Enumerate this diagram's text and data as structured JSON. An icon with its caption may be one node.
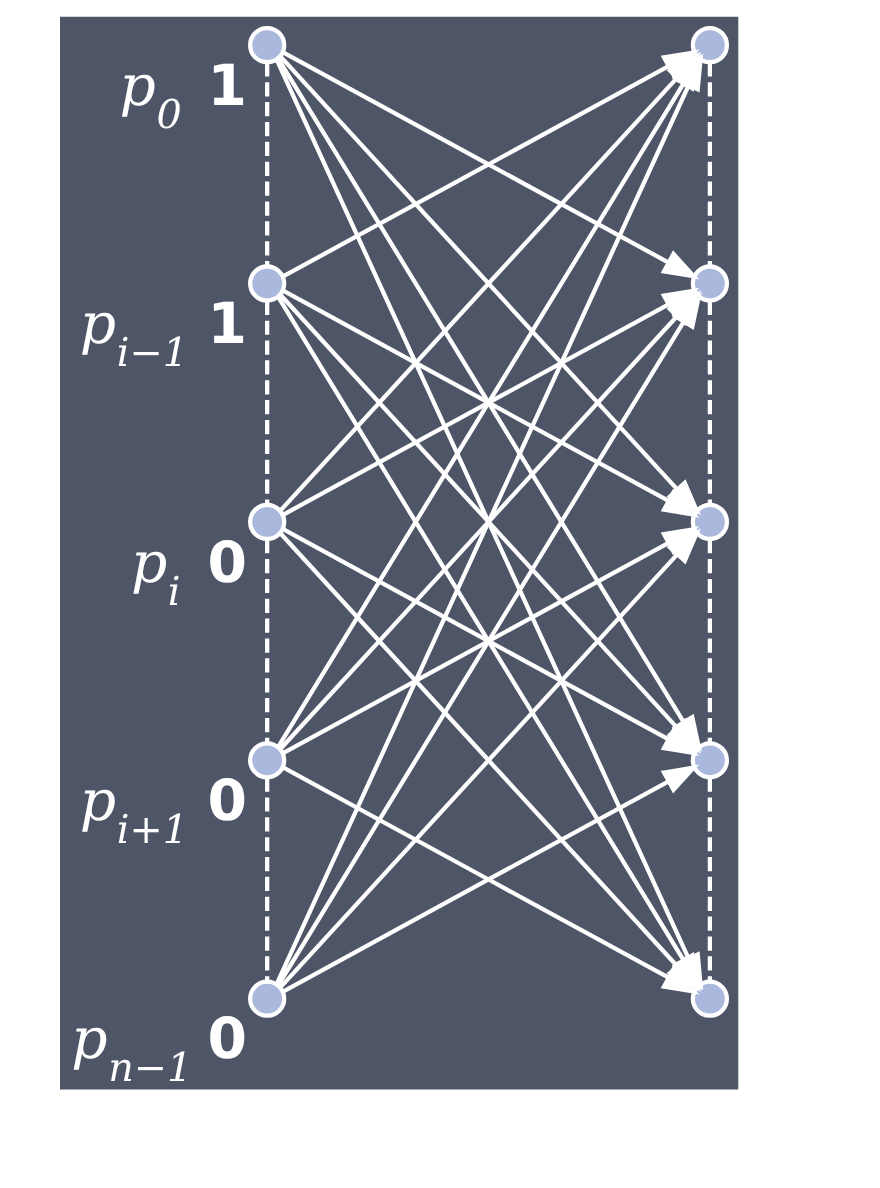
{
  "diagram": {
    "nodes": [
      {
        "text": [],
        "shape": "circle",
        "beside": [
          "p$_{0}$",
          "1"
        ]
      },
      {
        "text": [],
        "shape": "circle",
        "beside": [
          "p$_{i−1}$",
          "1"
        ]
      },
      {
        "text": [],
        "shape": "circle",
        "beside": [
          "p$_{i}$",
          "0"
        ]
      },
      {
        "text": [],
        "shape": "circle",
        "beside": [
          "p$_{i+1}$",
          "0"
        ]
      },
      {
        "text": [],
        "shape": "circle",
        "beside": [
          "p$_{n−1}$",
          "0"
        ]
      },
      {
        "text": [],
        "shape": "circle"
      },
      {
        "text": [],
        "shape": "circle"
      },
      {
        "text": [],
        "shape": "circle"
      },
      {
        "text": [],
        "shape": "circle"
      },
      {
        "text": [],
        "shape": "circle"
      }
    ],
    "edges": [
      {
        "from": 0,
        "to": 6,
        "arrow": "to"
      },
      {
        "from": 0,
        "to": 7,
        "arrow": "to"
      },
      {
        "from": 0,
        "to": 8,
        "arrow": "to"
      },
      {
        "from": 0,
        "to": 9,
        "arrow": "to"
      },
      {
        "from": 1,
        "to": 5,
        "arrow": "to"
      },
      {
        "from": 1,
        "to": 7,
        "arrow": "to"
      },
      {
        "from": 1,
        "to": 8,
        "arrow": "to"
      },
      {
        "from": 1,
        "to": 9,
        "arrow": "to"
      },
      {
        "from": 2,
        "to": 5,
        "arrow": "to"
      },
      {
        "from": 2,
        "to": 6,
        "arrow": "to"
      },
      {
        "from": 2,
        "to": 8,
        "arrow": "to"
      },
      {
        "from": 2,
        "to": 9,
        "arrow": "to"
      },
      {
        "from": 3,
        "to": 5,
        "arrow": "to"
      },
      {
        "from": 3,
        "to": 6,
        "arrow": "to"
      },
      {
        "from": 3,
        "to": 7,
        "arrow": "to"
      },
      {
        "from": 3,
        "to": 9,
        "arrow": "to"
      },
      {
        "from": 4,
        "to": 5,
        "arrow": "to"
      },
      {
        "from": 4,
        "to": 6,
        "arrow": "to"
      },
      {
        "from": 4,
        "to": 7,
        "arrow": "to"
      },
      {
        "from": 4,
        "to": 8,
        "arrow": "to"
      },
      {
        "from": 0,
        "to": 1,
        "arrow": "none",
        "style": "dashed"
      },
      {
        "from": 1,
        "to": 2,
        "arrow": "none",
        "style": "dashed"
      },
      {
        "from": 2,
        "to": 3,
        "arrow": "none",
        "style": "dashed"
      },
      {
        "from": 3,
        "to": 4,
        "arrow": "none",
        "style": "dashed"
      },
      {
        "from": 5,
        "to": 6,
        "arrow": "none",
        "style": "dashed"
      },
      {
        "from": 6,
        "to": 7,
        "arrow": "none",
        "style": "dashed"
      },
      {
        "from": 7,
        "to": 8,
        "arrow": "none",
        "style": "dashed"
      },
      {
        "from": 8,
        "to": 9,
        "arrow": "none",
        "style": "dashed"
      }
    ]
  }
}
